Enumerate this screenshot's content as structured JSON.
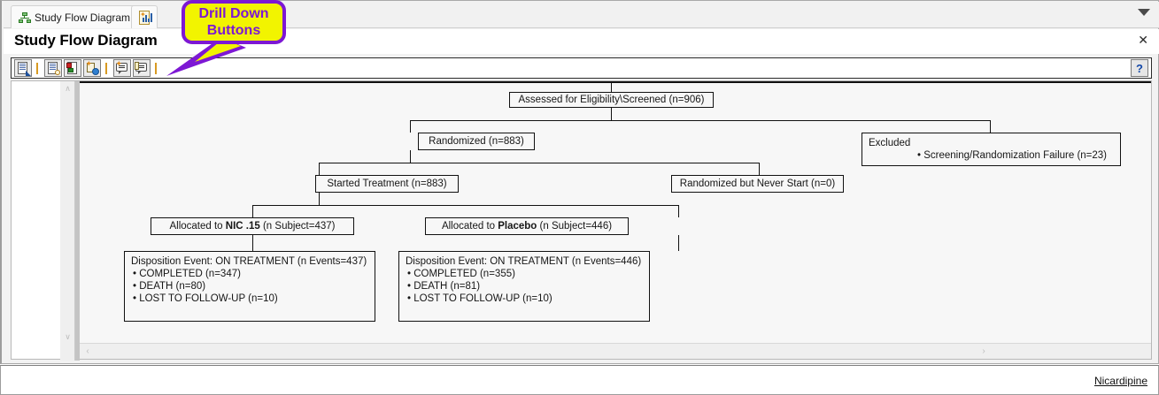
{
  "window": {
    "collapse_icon": "collapse-triangle",
    "close_label": "✕"
  },
  "tabs": [
    {
      "id": "study-flow-diagram",
      "label": "Study Flow Diagram",
      "icon": "org-chart-icon",
      "active": true
    },
    {
      "id": "chart-tab",
      "label": "",
      "icon": "bar-chart-icon",
      "active": false
    }
  ],
  "header": {
    "title": "Study Flow Diagram"
  },
  "toolbar": {
    "buttons": [
      {
        "id": "export-report",
        "icon": "document-export-icon",
        "tooltip": "Export"
      },
      {
        "id": "view-listing",
        "icon": "listing-search-icon",
        "tooltip": "View Listing"
      },
      {
        "id": "view-image",
        "icon": "image-page-icon",
        "tooltip": "View Image"
      },
      {
        "id": "view-web",
        "icon": "globe-page-icon",
        "tooltip": "View Web"
      },
      {
        "id": "drill-down-new",
        "icon": "comment-new-icon",
        "tooltip": "Drill Down"
      },
      {
        "id": "drill-down-copy",
        "icon": "comment-copy-icon",
        "tooltip": "Drill Down Copy"
      }
    ],
    "help_label": "?"
  },
  "callout": {
    "line1": "Drill Down",
    "line2": "Buttons",
    "fill_color": "#f2f400",
    "border_color": "#7d18d4",
    "text_color": "#7d18d4"
  },
  "scrollbars": {
    "vertical_up": "∧",
    "vertical_down": "∨",
    "horizontal_left": "‹",
    "horizontal_right": "›"
  },
  "chart_data": {
    "type": "diagram",
    "title": "Study Flow Diagram",
    "nodes": [
      {
        "id": "assessed",
        "text": "Assessed for Eligibility\\Screened (n=906)",
        "n": 906
      },
      {
        "id": "randomized",
        "text": "Randomized (n=883)",
        "n": 883
      },
      {
        "id": "excluded",
        "text": "Excluded",
        "bullets": [
          "Screening/Randomization Failure (n=23)"
        ]
      },
      {
        "id": "started",
        "text": "Started Treatment (n=883)",
        "n": 883
      },
      {
        "id": "neverstart",
        "text": "Randomized but Never Start (n=0)",
        "n": 0
      },
      {
        "id": "alloc-nic",
        "pre": "Allocated to ",
        "bold": "NIC .15",
        "post": " (n Subject=437)",
        "n": 437
      },
      {
        "id": "alloc-pbo",
        "pre": "Allocated to ",
        "bold": "Placebo",
        "post": " (n Subject=446)",
        "n": 446
      },
      {
        "id": "disp-nic",
        "text": "Disposition Event: ON TREATMENT (n Events=437)",
        "bullets": [
          "COMPLETED (n=347)",
          "DEATH (n=80)",
          "LOST TO FOLLOW-UP (n=10)"
        ]
      },
      {
        "id": "disp-pbo",
        "text": "Disposition Event: ON TREATMENT (n Events=446)",
        "bullets": [
          "COMPLETED (n=355)",
          "DEATH (n=81)",
          "LOST TO FOLLOW-UP (n=10)"
        ]
      }
    ]
  },
  "diagram": {
    "assessed_label": "Assessed for Eligibility\\Screened (n=906)",
    "randomized_label": "Randomized (n=883)",
    "excluded_title": "Excluded",
    "excluded_bullet": "• Screening/Randomization Failure (n=23)",
    "started_label": "Started Treatment (n=883)",
    "neverstart_label": "Randomized but Never Start (n=0)",
    "alloc_nic_pre": "Allocated to ",
    "alloc_nic_bold": "NIC .15",
    "alloc_nic_post": " (n Subject=437)",
    "alloc_pbo_pre": "Allocated to ",
    "alloc_pbo_bold": "Placebo",
    "alloc_pbo_post": " (n Subject=446)",
    "disp_nic_title": "Disposition Event: ON TREATMENT (n Events=437)",
    "disp_nic_b1": "• COMPLETED (n=347)",
    "disp_nic_b2": "• DEATH (n=80)",
    "disp_nic_b3": "• LOST TO FOLLOW-UP (n=10)",
    "disp_pbo_title": "Disposition Event: ON TREATMENT (n Events=446)",
    "disp_pbo_b1": "• COMPLETED (n=355)",
    "disp_pbo_b2": "• DEATH (n=81)",
    "disp_pbo_b3": "• LOST TO FOLLOW-UP (n=10)"
  },
  "statusbar": {
    "link_label": "Nicardipine"
  }
}
